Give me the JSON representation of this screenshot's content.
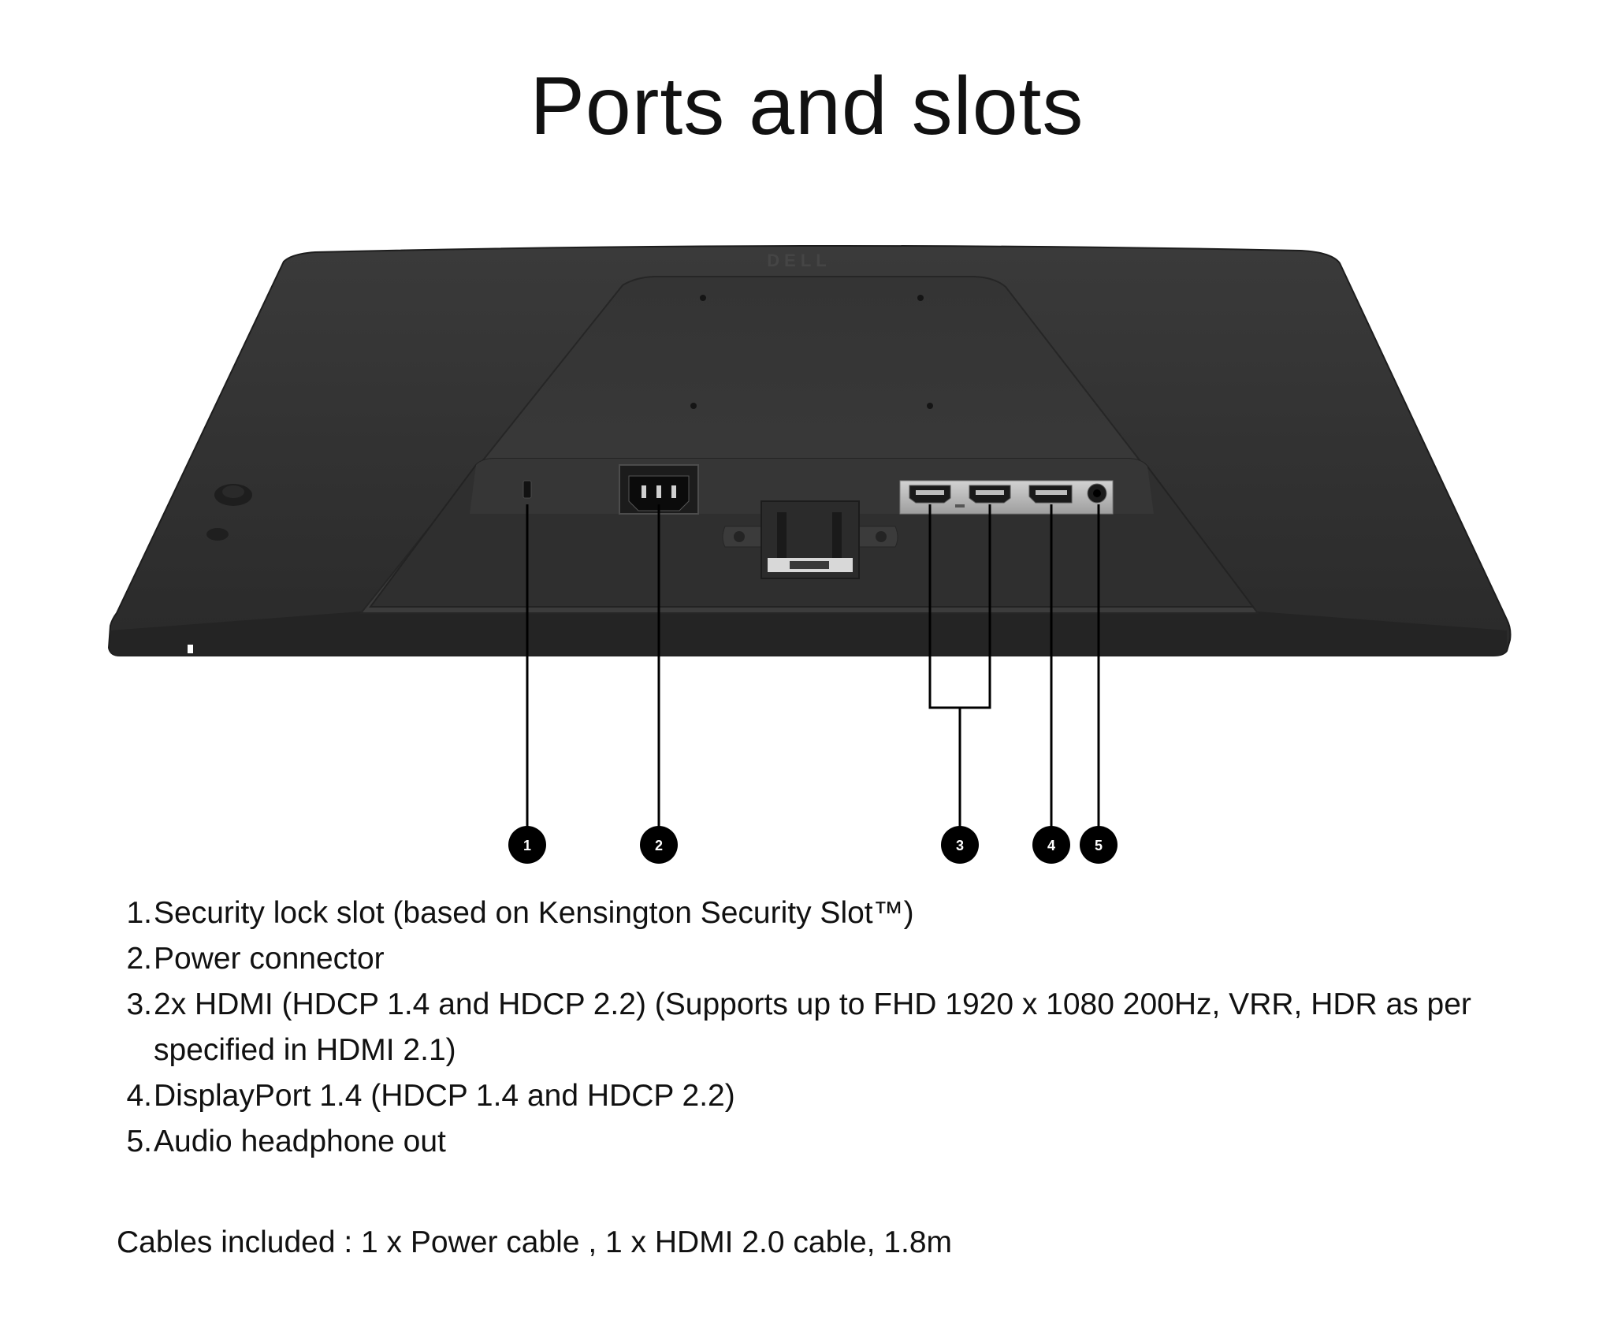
{
  "title": "Ports and slots",
  "brand": {
    "logo_text": "DELL"
  },
  "callouts": [
    {
      "number": "1"
    },
    {
      "number": "2"
    },
    {
      "number": "3"
    },
    {
      "number": "4"
    },
    {
      "number": "5"
    }
  ],
  "ports": [
    {
      "number": "1.",
      "description": "Security lock slot (based on Kensington Security Slot™)"
    },
    {
      "number": "2.",
      "description": "Power connector"
    },
    {
      "number": "3.",
      "description": "2x HDMI (HDCP 1.4 and HDCP 2.2) (Supports up to FHD 1920 x 1080 200Hz, VRR, HDR as per specified in HDMI 2.1)"
    },
    {
      "number": "4.",
      "description": "DisplayPort 1.4 (HDCP 1.4 and HDCP 2.2)"
    },
    {
      "number": "5.",
      "description": "Audio headphone out"
    }
  ],
  "cables_included": "Cables included : 1 x Power cable ,  1 x HDMI 2.0 cable, 1.8m",
  "colors": {
    "monitor_body": "#2e2e2e",
    "monitor_edge": "#1f1f1f",
    "port_panel": "#b9b9b9",
    "callout": "#000000"
  }
}
